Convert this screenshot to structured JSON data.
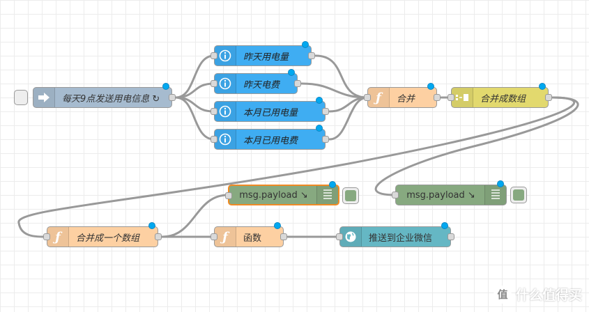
{
  "flow": {
    "nodes": {
      "inject": {
        "label": "每天9点发送用电信息 ↻",
        "icon": "arrow-right-icon"
      },
      "info1": {
        "label": "昨天用电量",
        "icon": "info-icon"
      },
      "info2": {
        "label": "昨天电费",
        "icon": "info-icon"
      },
      "info3": {
        "label": "本月已用电量",
        "icon": "info-icon"
      },
      "info4": {
        "label": "本月已用电费",
        "icon": "info-icon"
      },
      "merge": {
        "label": "合并",
        "icon": "function-icon"
      },
      "join": {
        "label": "合并成数组",
        "icon": "join-icon"
      },
      "debug1": {
        "label": "msg.payload ↘",
        "icon": "list-icon"
      },
      "debug2": {
        "label": "msg.payload ↘",
        "icon": "list-icon"
      },
      "merge_array": {
        "label": "合并成一个数组",
        "icon": "function-icon"
      },
      "func": {
        "label": "函数",
        "icon": "function-icon"
      },
      "wechat": {
        "label": "推送到企业微信",
        "icon": "globe-icon"
      }
    },
    "colors": {
      "inject": "#a6bbcf",
      "info": "#3fadf2",
      "function": "#fdd0a2",
      "join": "#e2d96e",
      "debug": "#87a980",
      "http": "#65b7c4",
      "status": "#00a8f0",
      "selected_border": "#f08a24",
      "wire": "#999999"
    }
  },
  "watermark": {
    "text": "什么值得买",
    "icon": "smzdm-logo-icon"
  }
}
